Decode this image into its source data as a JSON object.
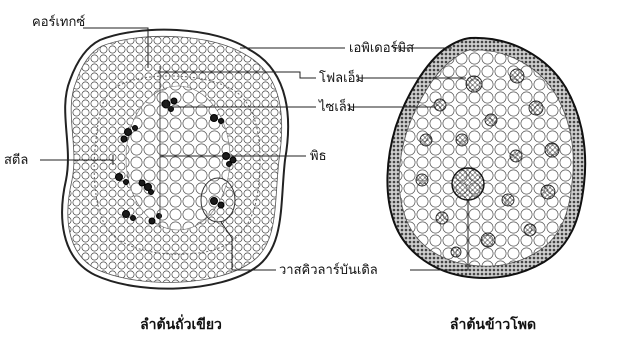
{
  "labels": {
    "cortex": "คอร์เทกซ์",
    "epidermis": "เอพิเดอร์มิส",
    "phloem": "โฟลเอ็ม",
    "xylem": "ไซเล็ม",
    "stele": "สตีล",
    "pith": "พิธ",
    "vascular_bundle": "วาสคิวลาร์บันเดิล"
  },
  "captions": {
    "left": "ลำต้นถั่วเขียว",
    "right": "ลำต้นข้าวโพด"
  }
}
